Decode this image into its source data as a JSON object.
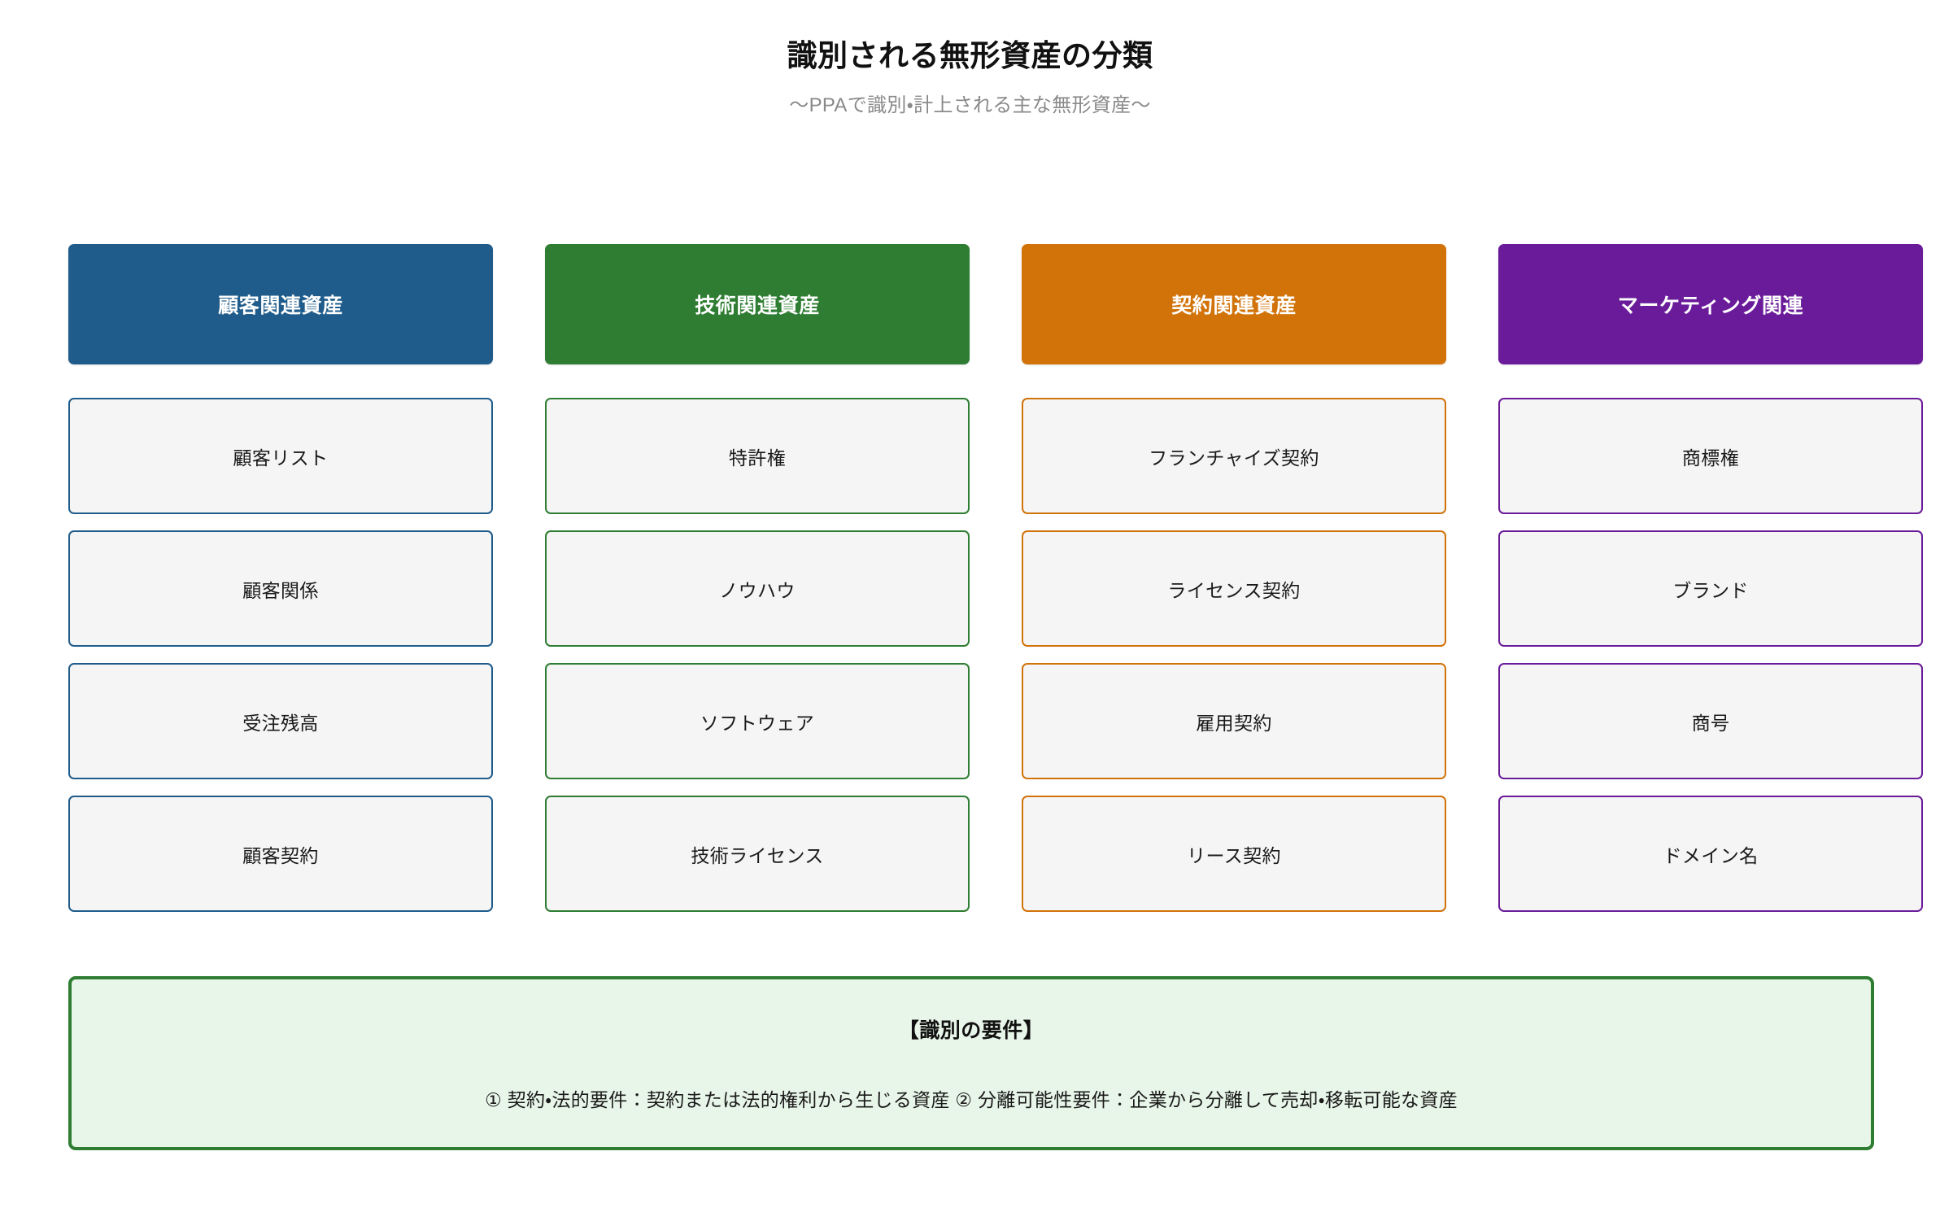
{
  "header": {
    "title": "識別される無形資産の分類",
    "subtitle": "〜PPAで識別・計上される主な無形資産〜"
  },
  "colors": {
    "customer": "#1F5C8B",
    "technology": "#2E7D32",
    "contract": "#D2730A",
    "marketing": "#6A1B9A",
    "card_bg": "#F5F5F5",
    "note_bg": "#E8F5E9",
    "note_border": "#2E7D32",
    "title_text": "#111111",
    "subtitle_text": "#8A8A8A"
  },
  "columns": [
    {
      "key": "customer-related-assets",
      "header": "顧客関連資産",
      "accent": "#1F5C8B",
      "items": [
        {
          "label": "顧客リスト"
        },
        {
          "label": "顧客関係"
        },
        {
          "label": "受注残高"
        },
        {
          "label": "顧客契約"
        }
      ]
    },
    {
      "key": "technology-related-assets",
      "header": "技術関連資産",
      "accent": "#2E7D32",
      "items": [
        {
          "label": "特許権"
        },
        {
          "label": "ノウハウ"
        },
        {
          "label": "ソフトウェア"
        },
        {
          "label": "技術ライセンス"
        }
      ]
    },
    {
      "key": "contract-related-assets",
      "header": "契約関連資産",
      "accent": "#D2730A",
      "items": [
        {
          "label": "フランチャイズ契約"
        },
        {
          "label": "ライセンス契約"
        },
        {
          "label": "雇用契約"
        },
        {
          "label": "リース契約"
        }
      ]
    },
    {
      "key": "marketing-related-assets",
      "header": "マーケティング関連",
      "accent": "#6A1B9A",
      "items": [
        {
          "label": "商標権"
        },
        {
          "label": "ブランド"
        },
        {
          "label": "商号"
        },
        {
          "label": "ドメイン名"
        }
      ]
    }
  ],
  "note": {
    "title": "【識別の要件】",
    "body": "① 契約・法的要件：契約または法的権利から生じる資産 ② 分離可能性要件：企業から分離して売却・移転可能な資産"
  }
}
